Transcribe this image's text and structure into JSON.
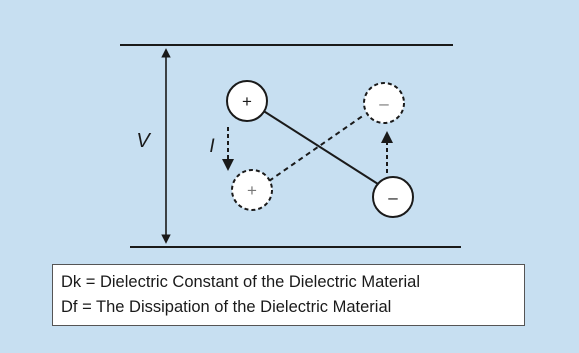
{
  "diagram": {
    "voltage_label": "V",
    "current_label": "I",
    "charges": {
      "positive_solid": "+",
      "negative_solid": "–",
      "positive_dashed": "+",
      "negative_dashed": "–"
    }
  },
  "legend": {
    "line1": "Dk = Dielectric Constant of the Dielectric Material",
    "line2": "Df = The Dissipation of the Dielectric Material"
  },
  "colors": {
    "background": "#c7dff1",
    "stroke": "#1a1a1a",
    "legend_bg": "#ffffff"
  }
}
